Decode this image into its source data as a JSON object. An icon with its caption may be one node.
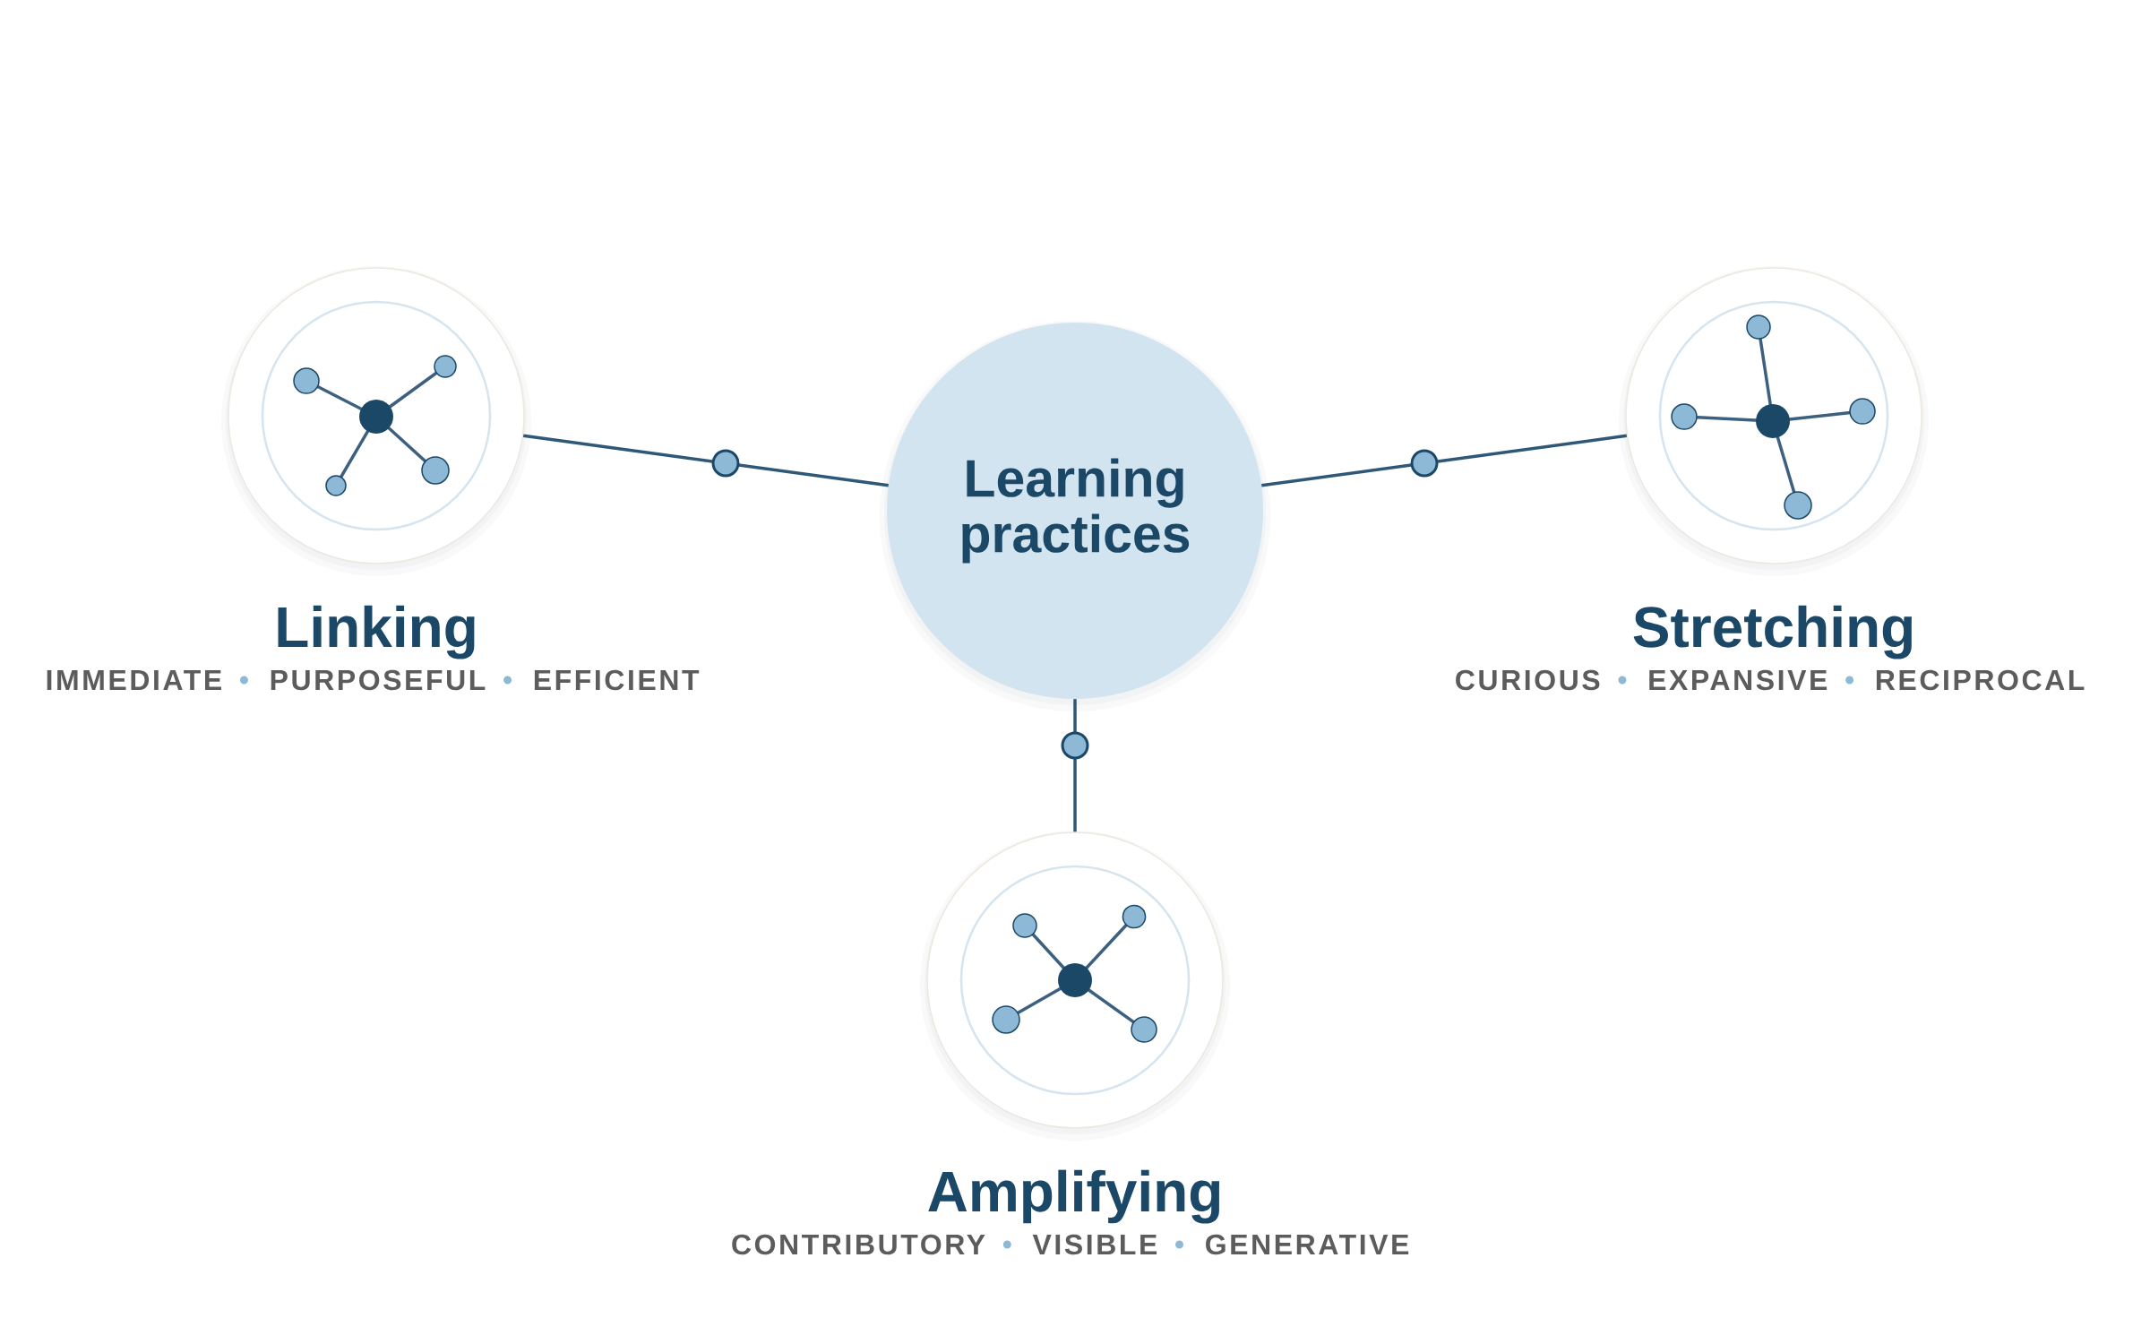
{
  "diagram": {
    "nodes": [
      {
        "text": [
          "Learning practices"
        ]
      },
      {
        "text": [
          "Linking"
        ],
        "beside": [
          "IMMEDIATE",
          "PURPOSEFUL",
          "EFFICIENT"
        ]
      },
      {
        "text": [
          "Stretching"
        ],
        "beside": [
          "CURIOUS",
          "EXPANSIVE",
          "RECIPROCAL"
        ]
      },
      {
        "text": [
          "Amplifying"
        ],
        "beside": [
          "CONTRIBUTORY",
          "VISIBLE",
          "GENERATIVE"
        ]
      }
    ],
    "edges": [
      {
        "from": 0,
        "to": 1,
        "arrow": "none"
      },
      {
        "from": 0,
        "to": 2,
        "arrow": "none"
      },
      {
        "from": 0,
        "to": 3,
        "arrow": "none"
      }
    ]
  }
}
